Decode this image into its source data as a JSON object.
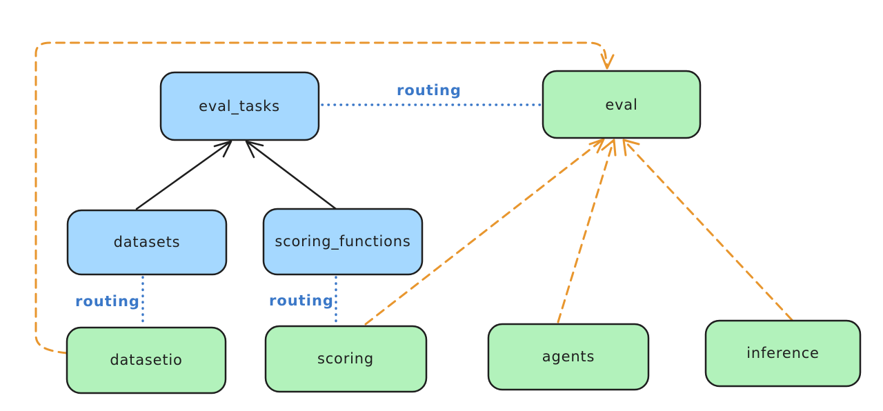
{
  "graph": {
    "title": "",
    "nodes": {
      "eval_tasks": {
        "label": "eval_tasks",
        "kind": "api",
        "fill": "#a5d8ff"
      },
      "eval": {
        "label": "eval",
        "kind": "provider",
        "fill": "#b2f2bb"
      },
      "datasets": {
        "label": "datasets",
        "kind": "api",
        "fill": "#a5d8ff"
      },
      "scoring_functions": {
        "label": "scoring_functions",
        "kind": "api",
        "fill": "#a5d8ff"
      },
      "datasetio": {
        "label": "datasetio",
        "kind": "provider",
        "fill": "#b2f2bb"
      },
      "scoring": {
        "label": "scoring",
        "kind": "provider",
        "fill": "#b2f2bb"
      },
      "agents": {
        "label": "agents",
        "kind": "provider",
        "fill": "#b2f2bb"
      },
      "inference": {
        "label": "inference",
        "kind": "provider",
        "fill": "#b2f2bb"
      }
    },
    "edge_labels": {
      "routing_top": "routing",
      "routing_datasets": "routing",
      "routing_scoring_functions": "routing"
    },
    "edges": [
      {
        "from": "datasets",
        "to": "eval_tasks",
        "style": "solid",
        "arrow": true,
        "color": "#1e1e1e"
      },
      {
        "from": "scoring_functions",
        "to": "eval_tasks",
        "style": "solid",
        "arrow": true,
        "color": "#1e1e1e"
      },
      {
        "from": "eval_tasks",
        "to": "eval",
        "style": "dotted",
        "arrow": false,
        "color": "#3b78c8",
        "label": "routing"
      },
      {
        "from": "datasets",
        "to": "datasetio",
        "style": "dotted",
        "arrow": false,
        "color": "#3b78c8",
        "label": "routing"
      },
      {
        "from": "scoring_functions",
        "to": "scoring",
        "style": "dotted",
        "arrow": false,
        "color": "#3b78c8",
        "label": "routing"
      },
      {
        "from": "datasetio",
        "to": "eval",
        "style": "dashed",
        "arrow": true,
        "color": "#e8962e"
      },
      {
        "from": "scoring",
        "to": "eval",
        "style": "dashed",
        "arrow": true,
        "color": "#e8962e"
      },
      {
        "from": "agents",
        "to": "eval",
        "style": "dashed",
        "arrow": true,
        "color": "#e8962e"
      },
      {
        "from": "inference",
        "to": "eval",
        "style": "dashed",
        "arrow": true,
        "color": "#e8962e"
      }
    ],
    "colors": {
      "api_fill": "#a5d8ff",
      "provider_fill": "#b2f2bb",
      "stroke": "#1e1e1e",
      "routing_blue": "#3b78c8",
      "orange": "#e8962e",
      "background": "#ffffff"
    }
  }
}
